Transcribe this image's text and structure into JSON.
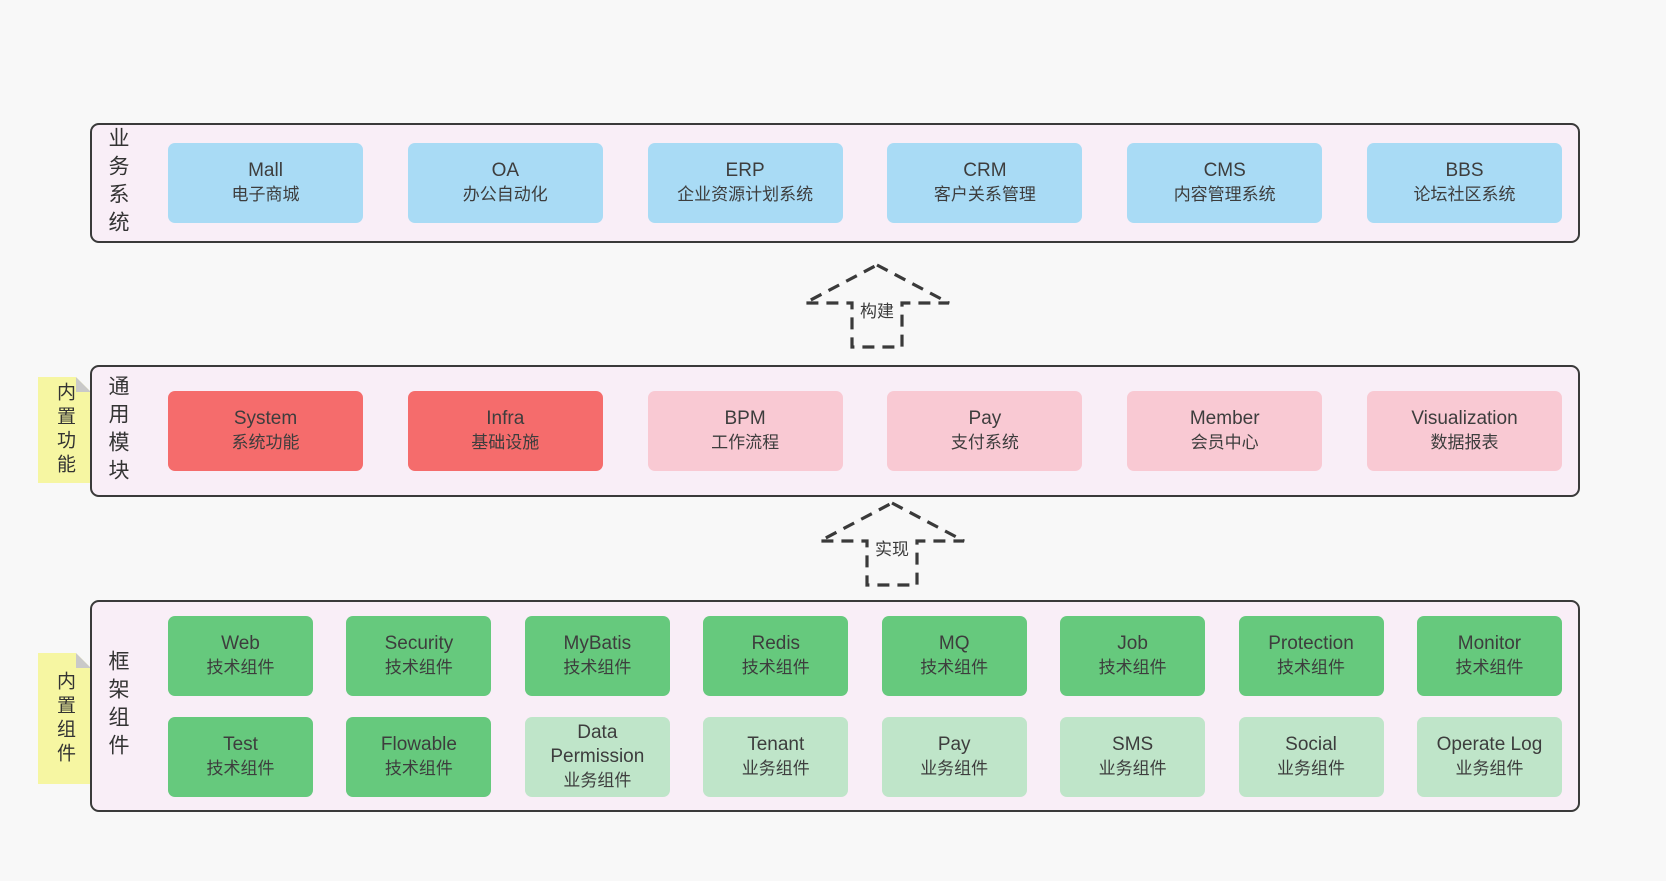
{
  "colors": {
    "page-bg": "#f8f8f8",
    "panel-bg": "#f9eef7",
    "panel-border": "#3a3a3a",
    "blue": "#a9dbf5",
    "red": "#f56c6c",
    "pink": "#f9c9d3",
    "green": "#66c97d",
    "lightgreen": "#bfe5c9",
    "sticky": "#f6f6a2",
    "fold": "#c9c9c9",
    "text": "#3d3d3d"
  },
  "arrows": [
    {
      "label": "构建"
    },
    {
      "label": "实现"
    }
  ],
  "sections": [
    {
      "label": "业务系统",
      "rows": [
        [
          {
            "title": "Mall",
            "subtitle": "电子商城",
            "color": "blue"
          },
          {
            "title": "OA",
            "subtitle": "办公自动化",
            "color": "blue"
          },
          {
            "title": "ERP",
            "subtitle": "企业资源计划系统",
            "color": "blue"
          },
          {
            "title": "CRM",
            "subtitle": "客户关系管理",
            "color": "blue"
          },
          {
            "title": "CMS",
            "subtitle": "内容管理系统",
            "color": "blue"
          },
          {
            "title": "BBS",
            "subtitle": "论坛社区系统",
            "color": "blue"
          }
        ]
      ]
    },
    {
      "label": "通用模块",
      "sticky": "内置功能",
      "rows": [
        [
          {
            "title": "System",
            "subtitle": "系统功能",
            "color": "red"
          },
          {
            "title": "Infra",
            "subtitle": "基础设施",
            "color": "red"
          },
          {
            "title": "BPM",
            "subtitle": "工作流程",
            "color": "pink"
          },
          {
            "title": "Pay",
            "subtitle": "支付系统",
            "color": "pink"
          },
          {
            "title": "Member",
            "subtitle": "会员中心",
            "color": "pink"
          },
          {
            "title": "Visualization",
            "subtitle": "数据报表",
            "color": "pink"
          }
        ]
      ]
    },
    {
      "label": "框架组件",
      "sticky": "内置组件",
      "rows": [
        [
          {
            "title": "Web",
            "subtitle": "技术组件",
            "color": "green"
          },
          {
            "title": "Security",
            "subtitle": "技术组件",
            "color": "green"
          },
          {
            "title": "MyBatis",
            "subtitle": "技术组件",
            "color": "green"
          },
          {
            "title": "Redis",
            "subtitle": "技术组件",
            "color": "green"
          },
          {
            "title": "MQ",
            "subtitle": "技术组件",
            "color": "green"
          },
          {
            "title": "Job",
            "subtitle": "技术组件",
            "color": "green"
          },
          {
            "title": "Protection",
            "subtitle": "技术组件",
            "color": "green"
          },
          {
            "title": "Monitor",
            "subtitle": "技术组件",
            "color": "green"
          }
        ],
        [
          {
            "title": "Test",
            "subtitle": "技术组件",
            "color": "green"
          },
          {
            "title": "Flowable",
            "subtitle": "技术组件",
            "color": "green"
          },
          {
            "title": "Data Permission",
            "subtitle": "业务组件",
            "color": "lightgreen"
          },
          {
            "title": "Tenant",
            "subtitle": "业务组件",
            "color": "lightgreen"
          },
          {
            "title": "Pay",
            "subtitle": "业务组件",
            "color": "lightgreen"
          },
          {
            "title": "SMS",
            "subtitle": "业务组件",
            "color": "lightgreen"
          },
          {
            "title": "Social",
            "subtitle": "业务组件",
            "color": "lightgreen"
          },
          {
            "title": "Operate Log",
            "subtitle": "业务组件",
            "color": "lightgreen"
          }
        ]
      ]
    }
  ]
}
